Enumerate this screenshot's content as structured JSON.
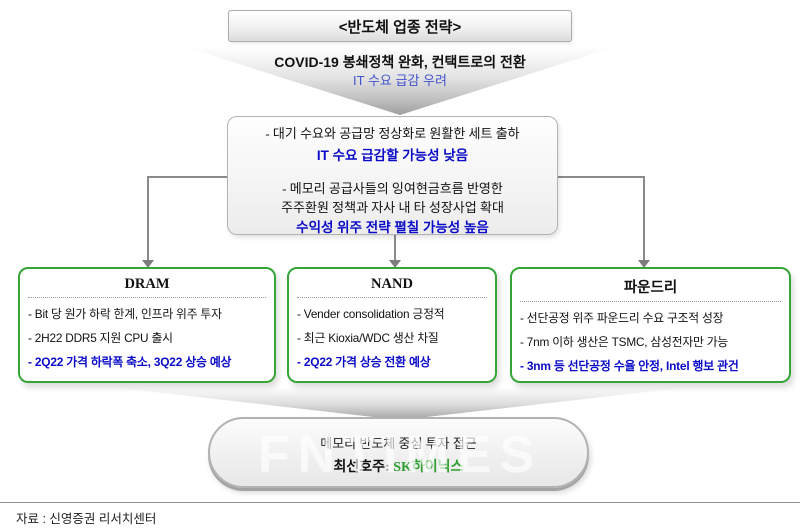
{
  "title_box": {
    "label": "<반도체 업종 전략>"
  },
  "intro": {
    "line1": "COVID-19 봉쇄정책 완화, 컨택트로의 전환",
    "line2": "IT 수요 급감 우려"
  },
  "middle_box": {
    "point1": "-  대기 수요와 공급망 정상화로 원활한 세트 출하",
    "point1_highlight": "IT 수요 급감할 가능성 낮음",
    "point2_line1": "-  메모리 공급사들의 잉여현금흐름 반영한",
    "point2_line2": "주주환원 정책과 자사 내 타 성장사업 확대",
    "point2_highlight": "수익성 위주 전략 펼칠 가능성 높음"
  },
  "segments": [
    {
      "title": "DRAM",
      "items": [
        "- Bit 당 원가 하락 한계, 인프라 위주 투자",
        "- 2H22 DDR5 지원 CPU 출시"
      ],
      "highlight": "- 2Q22 가격 하락폭 축소, 3Q22 상승 예상"
    },
    {
      "title": "NAND",
      "items": [
        "- Vender consolidation 긍정적",
        "- 최근 Kioxia/WDC 생산 차질"
      ],
      "highlight": "- 2Q22 가격 상승 전환 예상"
    },
    {
      "title": "파운드리",
      "items": [
        "- 선단공정 위주 파운드리 수요 구조적 성장",
        "- 7nm 이하 생산은 TSMC, 삼성전자만 가능"
      ],
      "highlight": "- 3nm 등 선단공정 수율 안정, Intel 행보 관건"
    }
  ],
  "conclusion": {
    "line1": "메모리 반도체 중심 투자 접근",
    "label": "최선호주:",
    "value": "SK하이닉스"
  },
  "watermark": {
    "text": "FNTIMES"
  },
  "footer": {
    "source": "자료 : 신영증권 리서치센터"
  },
  "colors": {
    "highlight_blue": "#0a0ac8",
    "note_blue": "#4353cf",
    "segment_border_green": "#35a535",
    "stock_green": "#2e9e2e",
    "connector_gray": "#8a8a8a"
  }
}
